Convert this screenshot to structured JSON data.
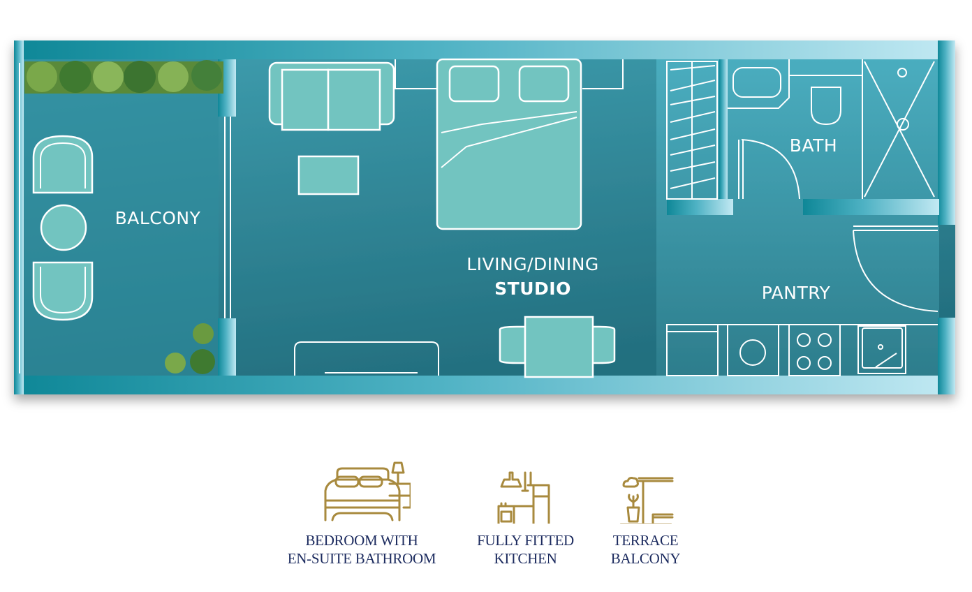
{
  "plan": {
    "rooms": {
      "balcony": "BALCONY",
      "living_line1": "LIVING/DINING",
      "living_line2": "STUDIO",
      "bath": "BATH",
      "pantry": "PANTRY"
    },
    "colors": {
      "wall_dark": "#0e8797",
      "wall_light": "#bfe7f2",
      "floor": "#3e98a8",
      "furniture": "#72c4c0"
    }
  },
  "legend": {
    "items": [
      {
        "icon": "bed-icon",
        "line1": "BEDROOM WITH",
        "line2": "EN-SUITE BATHROOM"
      },
      {
        "icon": "kitchen-icon",
        "line1": "FULLY FITTED",
        "line2": "KITCHEN"
      },
      {
        "icon": "terrace-icon",
        "line1": "TERRACE",
        "line2": "BALCONY"
      }
    ],
    "colors": {
      "icon": "#a88a3e",
      "text": "#1b2a5e"
    }
  }
}
